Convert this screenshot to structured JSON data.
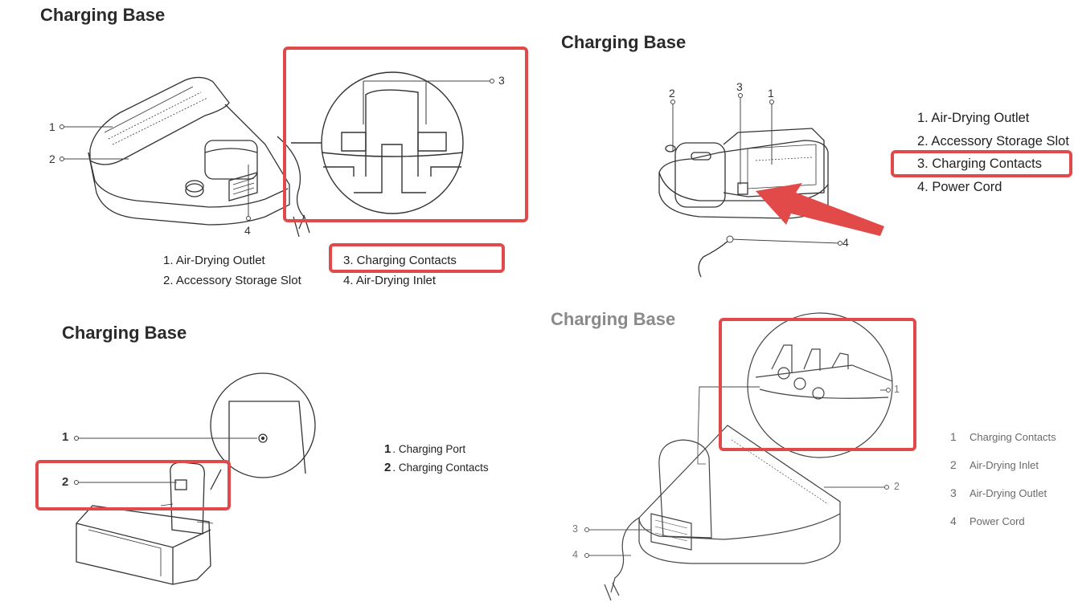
{
  "colors": {
    "highlight": "#e24a4a",
    "ink": "#2b2b2b",
    "muted": "#8a8a8a"
  },
  "panels": [
    {
      "title": "Charging Base",
      "callouts": [
        "1",
        "2",
        "3",
        "4"
      ],
      "legend": [
        "1. Air-Drying Outlet",
        "2. Accessory Storage Slot",
        "3. Charging Contacts",
        "4. Air-Drying Inlet"
      ]
    },
    {
      "title": "Charging Base",
      "callouts": [
        "2",
        "3",
        "1",
        "4"
      ],
      "legend": [
        "1. Air-Drying Outlet",
        "2. Accessory Storage Slot",
        "3. Charging Contacts",
        "4. Power Cord"
      ]
    },
    {
      "title": "Charging Base",
      "callouts": [
        "1",
        "2"
      ],
      "legend_numbers": [
        "1",
        "2"
      ],
      "legend": [
        ". Charging Port",
        ". Charging Contacts"
      ]
    },
    {
      "title": "Charging Base",
      "callouts": [
        "1",
        "2",
        "3",
        "4"
      ],
      "legend_numbers": [
        "1",
        "2",
        "3",
        "4"
      ],
      "legend": [
        "Charging Contacts",
        "Air-Drying Inlet",
        "Air-Drying Outlet",
        "Power Cord"
      ]
    }
  ]
}
